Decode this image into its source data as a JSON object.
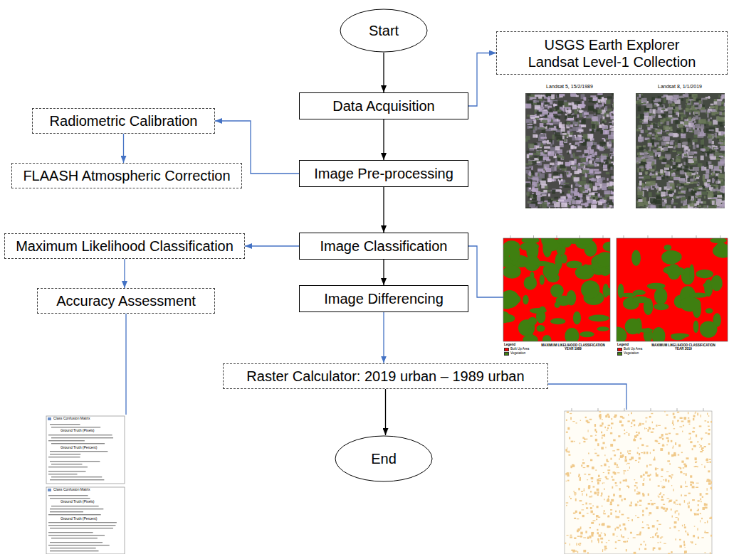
{
  "diagram": {
    "nodes": [
      {
        "text": [
          "Start"
        ]
      },
      {
        "text": [
          "USGS Earth Explorer Landsat Level-1 Collection"
        ]
      },
      {
        "text": [
          "Data Acquisition"
        ]
      },
      {
        "text": [
          "Radiometric Calibration"
        ]
      },
      {
        "text": [
          "Image Pre-processing"
        ]
      },
      {
        "text": [
          "FLAASH Atmospheric Correction"
        ]
      },
      {
        "text": [
          "Maximum Likelihood Classification"
        ]
      },
      {
        "text": [
          "Image Classification"
        ]
      },
      {
        "text": [
          "Accuracy Assessment"
        ]
      },
      {
        "text": [
          "Image Differencing"
        ]
      },
      {
        "text": [
          "Raster Calculator: 2019 urban – 1989 urban"
        ]
      },
      {
        "text": [
          "End"
        ]
      }
    ],
    "edges": [
      {
        "from": 0,
        "to": 2,
        "arrow": "to"
      },
      {
        "from": 2,
        "to": 1,
        "arrow": "to"
      },
      {
        "from": 2,
        "to": 4,
        "arrow": "to"
      },
      {
        "from": 4,
        "to": 3,
        "arrow": "to"
      },
      {
        "from": 3,
        "to": 5,
        "arrow": "to"
      },
      {
        "from": 4,
        "to": 7,
        "arrow": "to"
      },
      {
        "from": 7,
        "to": 6,
        "arrow": "to"
      },
      {
        "from": 6,
        "to": 8,
        "arrow": "to"
      },
      {
        "from": 7,
        "to": 9,
        "arrow": "to"
      },
      {
        "from": 9,
        "to": 10,
        "arrow": "to"
      },
      {
        "from": 10,
        "to": 11,
        "arrow": "to"
      }
    ],
    "labels": [
      "Landsat 5, 15/2/1989",
      "Landsat 8, 1/1/2019",
      "MAXIMUM LIKELIHOOD CLASSIFICATION YEAR 1989",
      "Legend",
      "MAXIMUM LIKELIHOOD CLASSIFICATION YEAR 2019",
      "Legend",
      "Class Confusion Matrix",
      "Ground Truth (Pixels)",
      "Ground Truth (Percent)",
      "Class Confusion Matrix",
      "Ground Truth (Pixels)",
      "Ground Truth (Percent)"
    ],
    "legend": [
      {
        "text": "Built Up Area",
        "color": "#ff0000"
      },
      {
        "text": "Vegetation",
        "color": "#3f7f10"
      },
      {
        "text": "Built Up Area",
        "color": "#ff0000"
      },
      {
        "text": "Vegetation",
        "color": "#3f7f10"
      }
    ]
  }
}
